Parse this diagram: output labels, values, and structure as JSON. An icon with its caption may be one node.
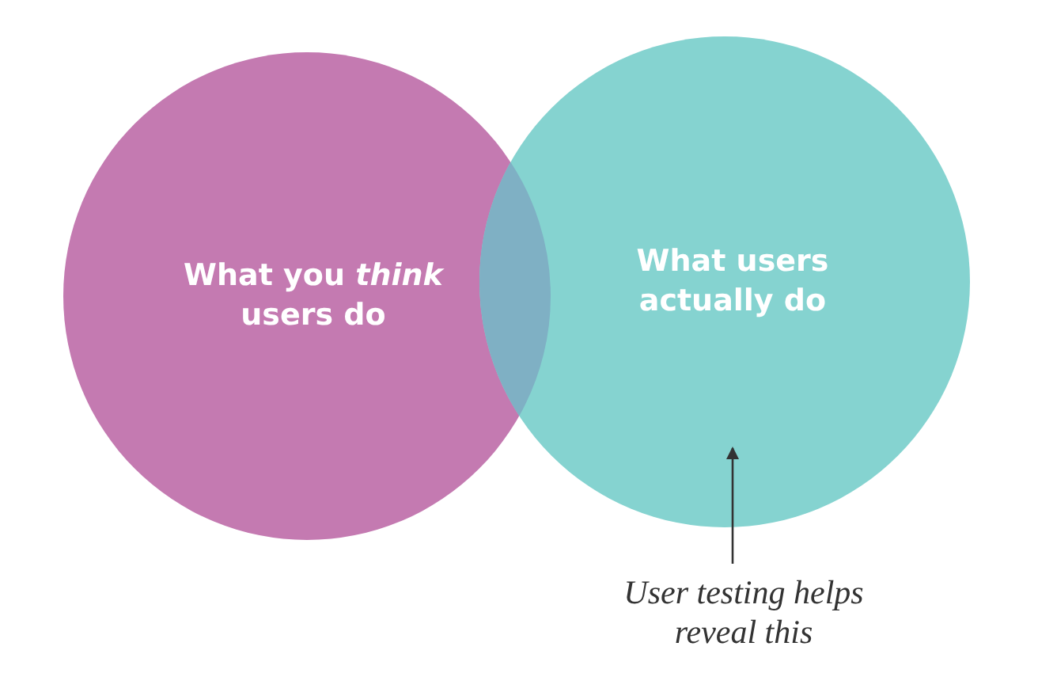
{
  "diagram": {
    "nodes": [
      {
        "text": [
          "What you *think* users do"
        ]
      },
      {
        "text": [
          "What users actually do"
        ]
      },
      {
        "text": [
          "User testing helps reveal this"
        ]
      }
    ],
    "edges": [
      {
        "from": 2,
        "to": 1,
        "arrow": "to"
      }
    ]
  }
}
